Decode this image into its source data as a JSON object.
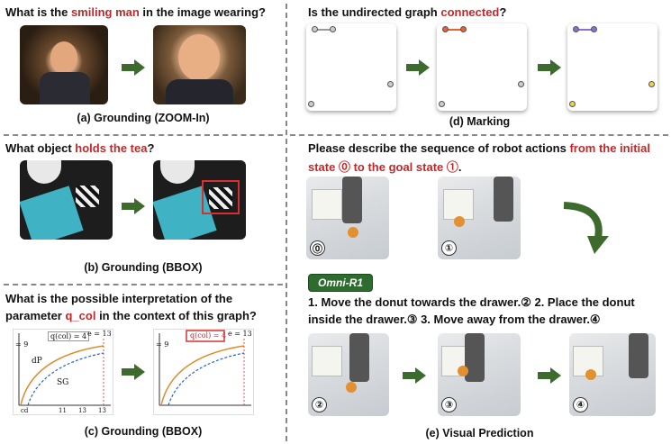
{
  "panel_a": {
    "q_pre": "What is the ",
    "q_hl": "smiling man",
    "q_post": " in the image wearing?",
    "caption": "(a) Grounding (ZOOM-In)"
  },
  "panel_b": {
    "q_pre": "What object ",
    "q_hl": "holds the tea",
    "q_post": "?",
    "caption": "(b) Grounding (BBOX)"
  },
  "panel_c": {
    "q_line1": "What is the possible interpretation of the",
    "q_pre": "parameter ",
    "q_hl": "q_col",
    "q_post": " in the context of this graph?",
    "caption": "(c) Grounding (BBOX)",
    "plot_labels": {
      "qcol": "q(col) = 4",
      "e9": "= 9",
      "e13": "e = 13",
      "dp": "dP",
      "sg": "SG",
      "x1": "cd",
      "x2": "11",
      "x3": "13",
      "x4": "13"
    }
  },
  "panel_d": {
    "q_pre": "Is the undirected graph ",
    "q_hl": "connected",
    "q_post": "?",
    "caption": "(d) Marking"
  },
  "panel_e": {
    "q_line1_pre": "Please describe the sequence of robot actions ",
    "q_line1_hl": "from the initial",
    "q_line2_hl": "state ⓪ to the goal state ①",
    "q_line2_post": ".",
    "badge": "Omni-R1",
    "answer_line1": "1. Move the donut towards the drawer.② 2. Place the donut",
    "answer_line2": "inside the drawer.③ 3. Move away from the drawer.④",
    "caption": "(e) Visual Prediction",
    "steps": [
      "⓪",
      "①",
      "②",
      "③",
      "④"
    ]
  },
  "colors": {
    "highlight": "#c0292b",
    "arrow": "#3d6b2e",
    "node_orange": "#e0643a",
    "node_purple": "#8a6fd8",
    "node_yellow": "#f2d43a",
    "node_gray": "#bbbbbb"
  }
}
